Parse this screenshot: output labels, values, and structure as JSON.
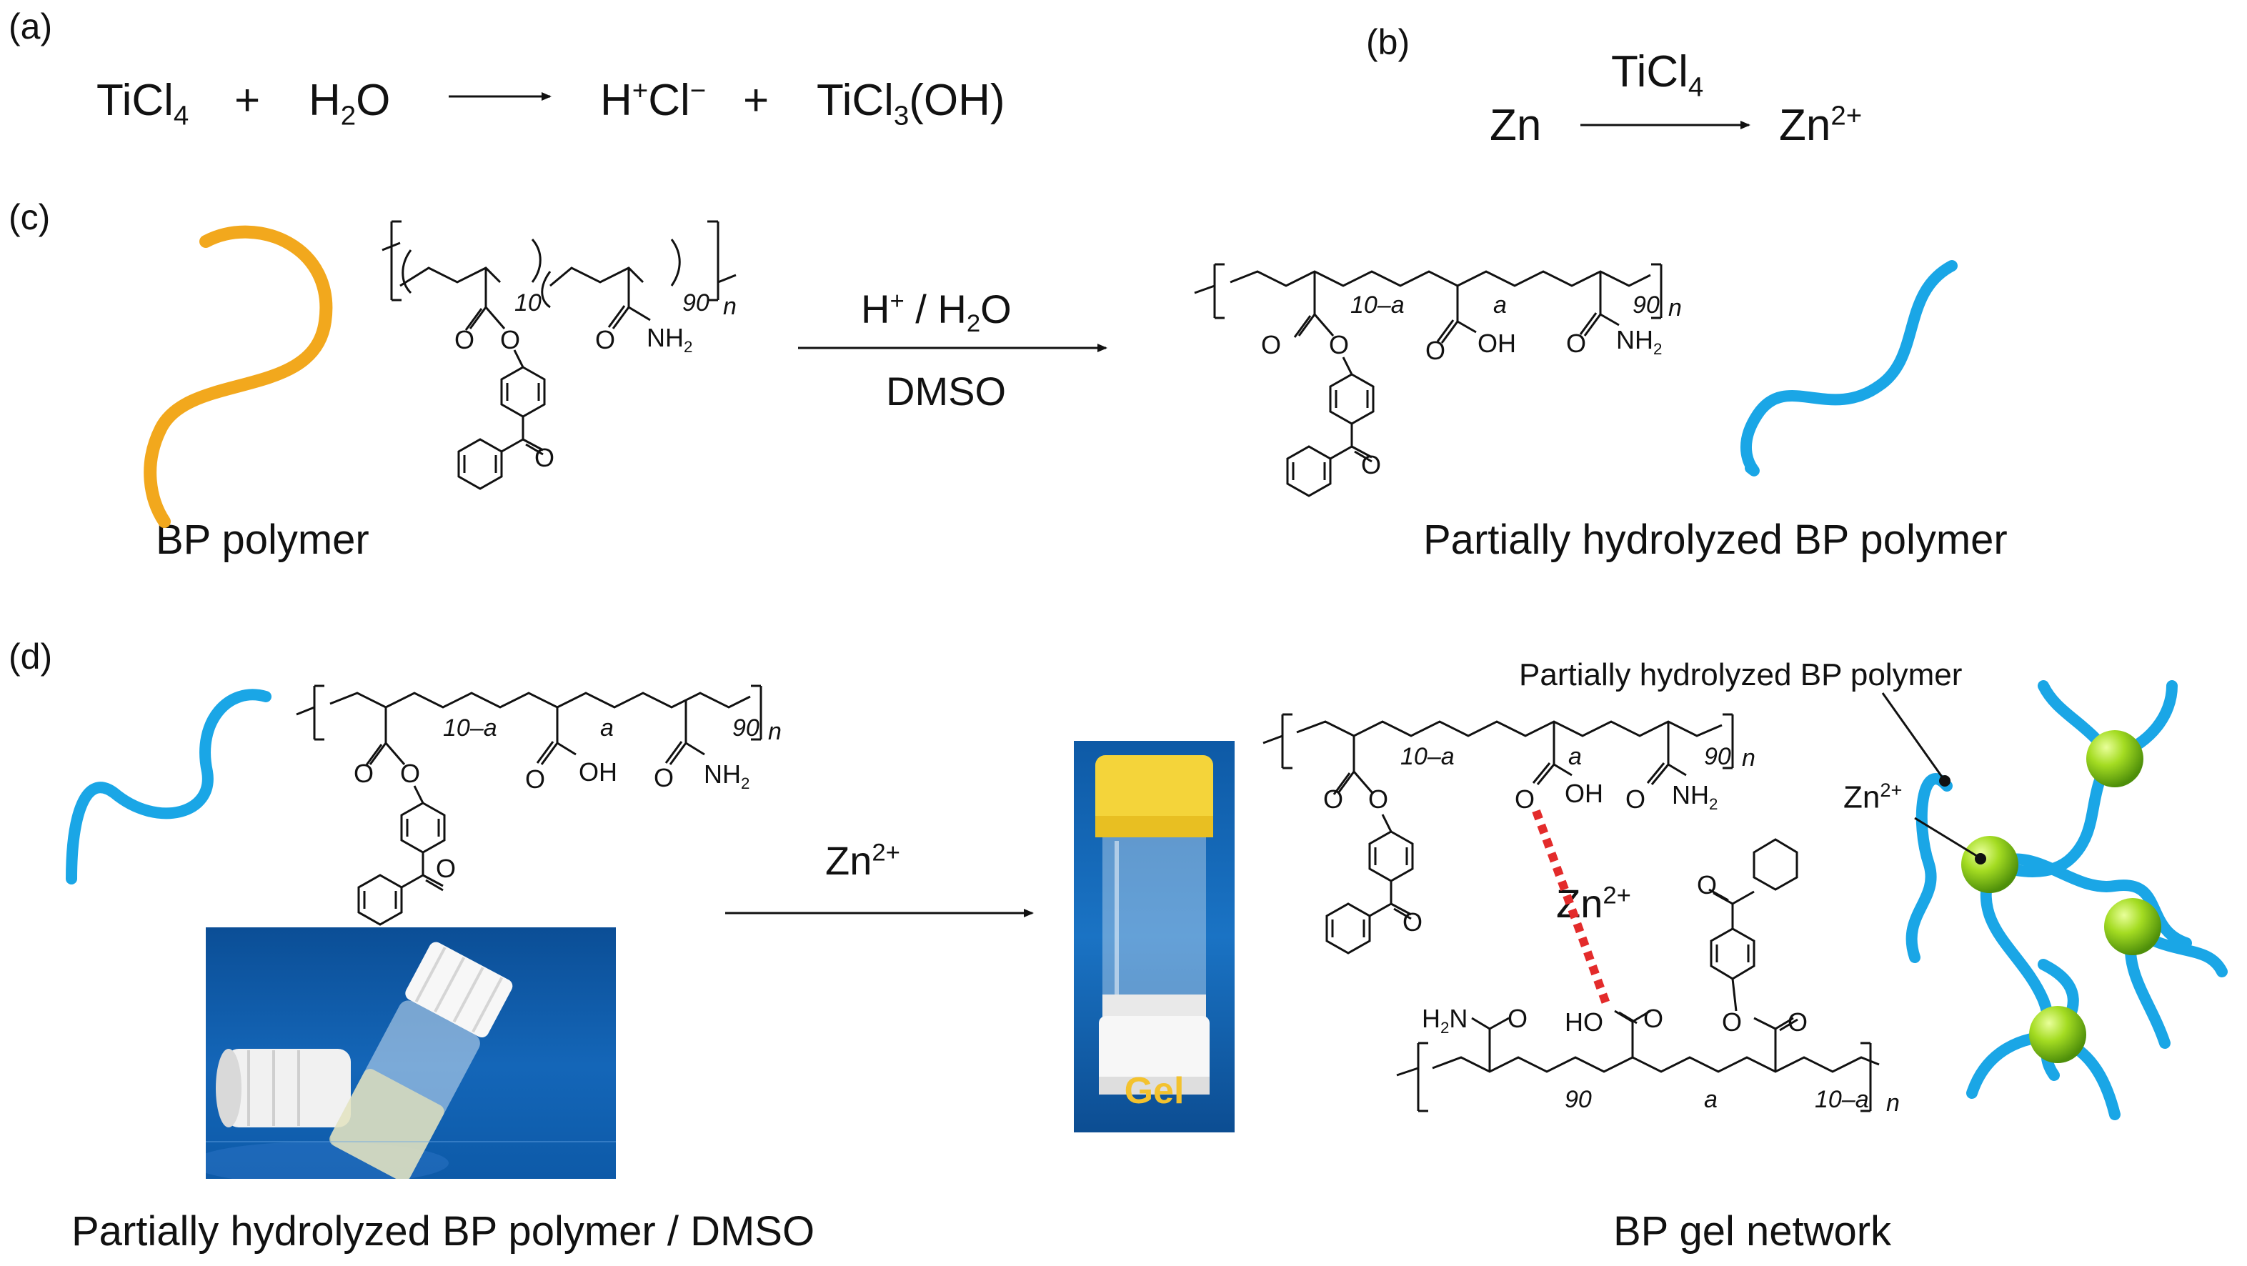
{
  "panels": {
    "a": "(a)",
    "b": "(b)",
    "c": "(c)",
    "d": "(d)"
  },
  "a": {
    "r1": "TiCl",
    "r1_sub": "4",
    "plus": "+",
    "r2a": "H",
    "r2_sub": "2",
    "r2b": "O",
    "p1a": "H",
    "p1_sup1": "+",
    "p1b": "Cl",
    "p1_sup2": "−",
    "p2a": "TiCl",
    "p2_sub": "3",
    "p2b": "(OH)"
  },
  "b": {
    "reactant": "Zn",
    "reagent": "TiCl",
    "reagent_sub": "4",
    "product": "Zn",
    "product_sup": "2+"
  },
  "c": {
    "left_caption": "BP polymer",
    "right_caption": "Partially hydrolyzed BP polymer",
    "arrow_top_a": "H",
    "arrow_top_sup": "+",
    "arrow_top_b": " / H",
    "arrow_top_sub": "2",
    "arrow_top_c": "O",
    "arrow_bottom": "DMSO"
  },
  "d": {
    "arrow_label": "Zn",
    "arrow_label_sup": "2+",
    "photo_caption": "Partially hydrolyzed BP polymer / DMSO",
    "gel_label": "Gel",
    "network_caption": "BP gel network",
    "network_polymer_label": "Partially hydrolyzed BP polymer",
    "network_zn_label": "Zn",
    "network_zn_sup": "2+",
    "coord_label": "Zn",
    "coord_sup": "2+"
  },
  "chem": {
    "O": "O",
    "OH": "OH",
    "HO": "HO",
    "NH2": "NH",
    "NH2_sub": "2",
    "H2N_a": "H",
    "H2N_sub": "2",
    "H2N_b": "N",
    "n": "n",
    "sub10": "10",
    "sub90": "90",
    "sub10a": "10–a",
    "suba": "a"
  },
  "colors": {
    "bp_chain": "#f2a81d",
    "hydrolyzed_chain": "#1aa6e6",
    "zinc": "#9ad61f",
    "coordination": "#e32b2b"
  }
}
